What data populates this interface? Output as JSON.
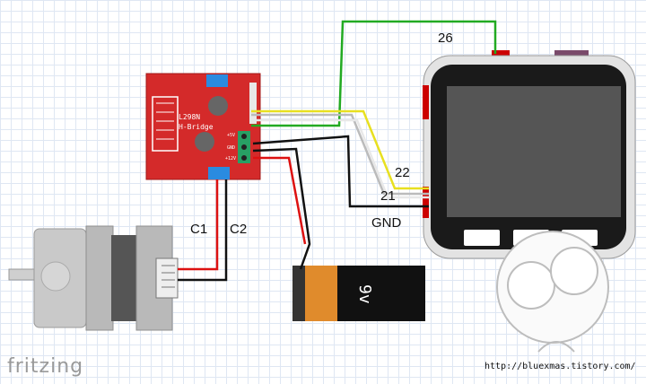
{
  "board": {
    "name": "L298N",
    "subtitle": "H-Bridge",
    "pin_5v": "+5V",
    "pin_gnd": "GND",
    "pin_12v": "+12V"
  },
  "battery": {
    "label": "9v"
  },
  "labels": {
    "pin26": "26",
    "pin22": "22",
    "pin21": "21",
    "gnd": "GND",
    "c1": "C1",
    "c2": "C2"
  },
  "footer": {
    "brand": "fritzing",
    "url": "http://bluexmas.tistory.com/"
  },
  "colors": {
    "board": "#d42a2a",
    "wire_green": "#22aa22",
    "wire_yellow": "#e8e020",
    "wire_red": "#d11",
    "wire_black": "#111"
  }
}
